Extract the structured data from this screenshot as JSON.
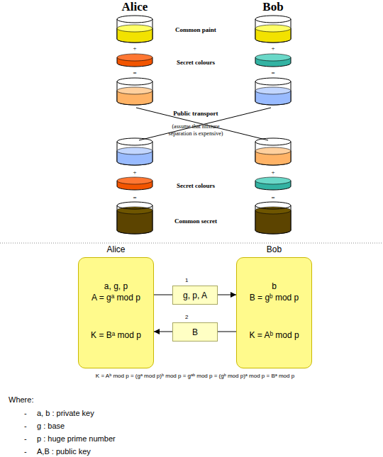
{
  "diagram": {
    "nodes": [
      {
        "text": [
          "Alice",
          "a, g, p",
          "A = gᵃ mod p",
          "K = Bᵃ mod p"
        ]
      },
      {
        "text": [
          "Bob",
          "b",
          "B = gᵇ mod p",
          "K = Aᵇ mod p"
        ]
      },
      {
        "text": [
          "1",
          "g, p, A"
        ]
      },
      {
        "text": [
          "2",
          "B"
        ]
      }
    ],
    "edges": [
      {
        "from": 0,
        "to": 2,
        "arrow": "none"
      },
      {
        "from": 2,
        "to": 1,
        "arrow": "to"
      },
      {
        "from": 1,
        "to": 3,
        "arrow": "none"
      },
      {
        "from": 3,
        "to": 0,
        "arrow": "to"
      }
    ],
    "labels": [
      "Alice",
      "Bob",
      "Common paint",
      "+",
      "+",
      "Secret colours",
      "=",
      "=",
      "Public transport",
      "(assume that mixture separation is expensive)",
      "+",
      "+",
      "Secret colours",
      "=",
      "=",
      "Common secret",
      "K = Aᵇ mod p = (gᵃ mod p)ᵇ mod p = gᵃᵇ mod p = (gᵇ mod p)ᵃ mod p = Bᵃ mod p",
      "Where:",
      "-",
      "a, b : private key",
      "-",
      "g : base",
      "-",
      "p : huge prime number",
      "-",
      "A,B : public key"
    ]
  }
}
